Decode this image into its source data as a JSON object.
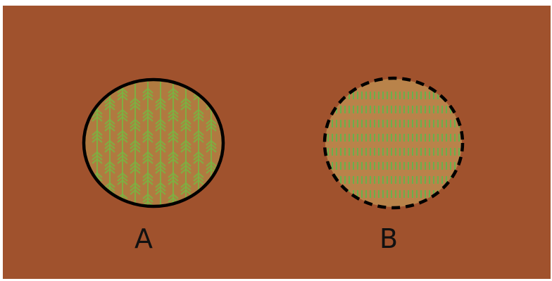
{
  "diagram": {
    "background_color": "#a0522d",
    "panels": [
      {
        "id": "A",
        "label": "A",
        "border": "solid",
        "content": "tree-seedlings",
        "fill_color": "#b07a40",
        "plant_color": "#7cb342"
      },
      {
        "id": "B",
        "label": "B",
        "border": "dashed",
        "content": "grass-rows",
        "fill_color": "#b9834a",
        "plant_color": "#6ab04c"
      }
    ]
  }
}
